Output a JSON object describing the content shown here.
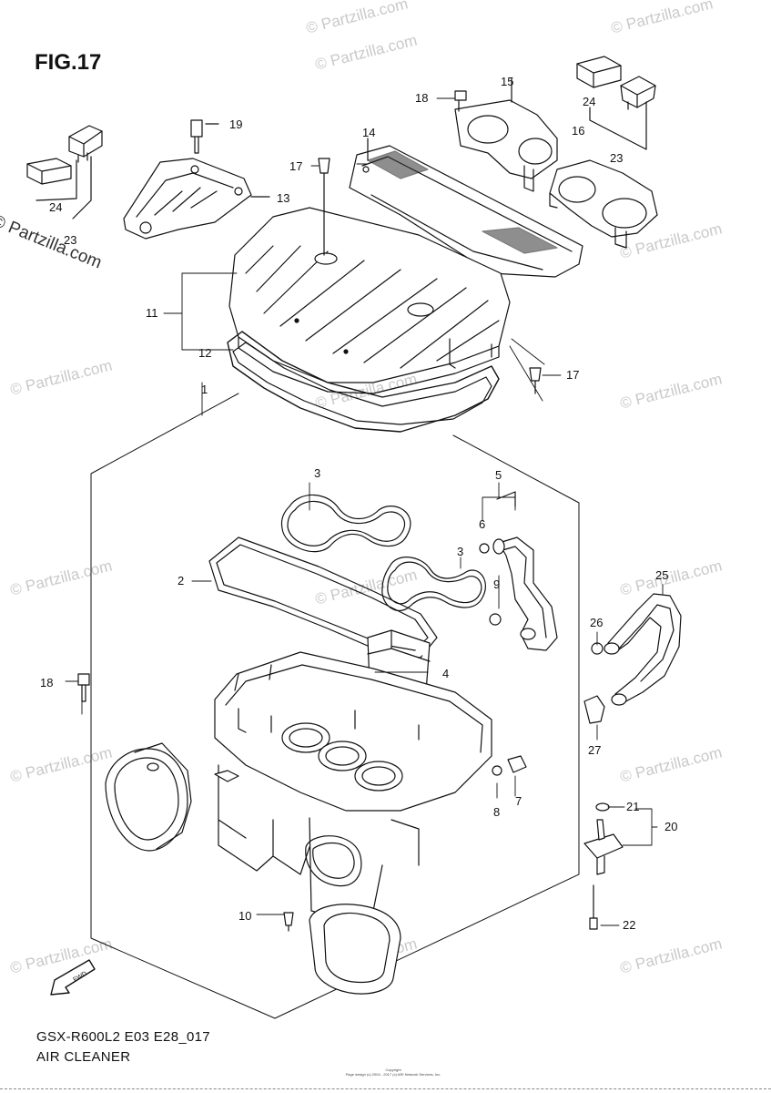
{
  "figure": {
    "title": "FIG.17"
  },
  "footer": {
    "model_code": "GSX-R600L2 E03 E28_017",
    "section_name": "AIR CLEANER"
  },
  "copyright": {
    "line1": "Copyright",
    "line2": "Page design (c) 2004 - 2017 (c) ARI Network Services, Inc."
  },
  "watermark": {
    "text": "© Partzilla.com",
    "prominent_text": "© Partzilla.com"
  },
  "fwd_arrow_label": "FWD",
  "callouts": [
    "1",
    "2",
    "3",
    "3",
    "4",
    "5",
    "6",
    "7",
    "8",
    "9",
    "10",
    "11",
    "12",
    "13",
    "14",
    "15",
    "16",
    "17",
    "17",
    "18",
    "18",
    "19",
    "20",
    "21",
    "22",
    "23",
    "23",
    "24",
    "24",
    "25",
    "26",
    "27"
  ],
  "colors": {
    "line": "#111111",
    "watermark": "#c9c9c9",
    "background": "#ffffff"
  }
}
